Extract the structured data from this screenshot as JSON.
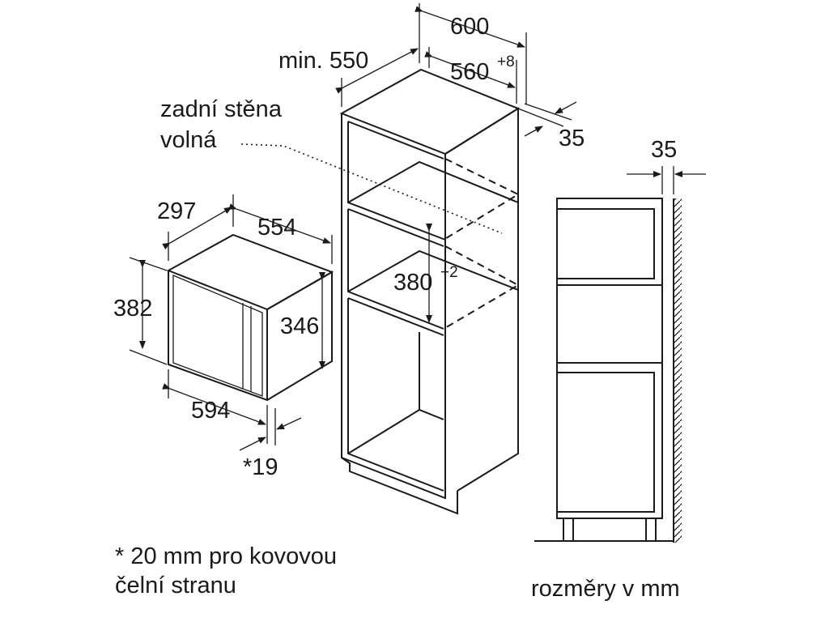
{
  "labels": {
    "dim_600": "600",
    "dim_min550": "min. 550",
    "dim_560": "560",
    "dim_560_tol": "+8",
    "dim_35_top": "35",
    "rear_wall_line1": "zadní stěna",
    "rear_wall_line2": "volná",
    "dim_297": "297",
    "dim_554": "554",
    "dim_382": "382",
    "dim_346": "346",
    "dim_594": "594",
    "dim_19": "*19",
    "dim_380": "380",
    "dim_380_tol": "+2",
    "dim_35_side": "35",
    "footnote_line1": "* 20 mm pro kovovou",
    "footnote_line2": "čelní stranu",
    "units": "rozměry v mm"
  }
}
